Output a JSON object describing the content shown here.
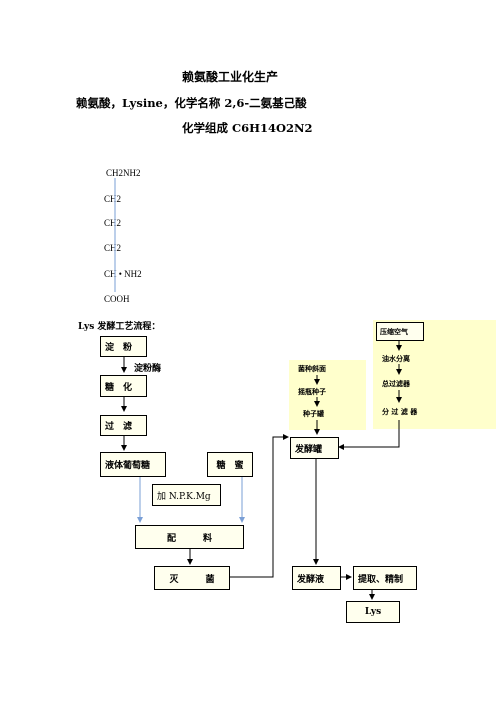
{
  "header": {
    "title": "赖氨酸工业化生产",
    "line2": "赖氨酸，Lysine，化学名称 2,6-二氨基己酸",
    "line3": "化学组成  C6H14O2N2"
  },
  "structure": {
    "atoms": [
      "CH2NH2",
      "CH2",
      "CH2",
      "CH2",
      "CH • NH2",
      "COOH"
    ]
  },
  "process": {
    "heading": "Lys 发酵工艺流程：",
    "starch": "淀　粉",
    "amylase": "淀粉酶",
    "saccharify": "糖　化",
    "filter": "过　滤",
    "liquid_glucose": "液体葡萄糖",
    "molasses": "糖　蜜",
    "add_npkmg": "加 N.P.K.Mg",
    "batching": "配　　　料",
    "sterilize": "灭　　　菌",
    "fermenter": "发酵罐",
    "broth": "发酵液",
    "extract": "提取、精制",
    "product": "Lys"
  },
  "seed_train": {
    "slant": "菌种斜面",
    "shake_flask": "摇瓶种子",
    "seed_tank": "种子罐"
  },
  "air_system": {
    "compressed_air": "压缩空气",
    "oil_water_sep": "油水分离",
    "main_filter": "总过滤器",
    "sub_filter": "分 过 滤 器"
  },
  "colors": {
    "box_fill": "#ffffee",
    "yellow_panel": "#ffffcc",
    "blue_line": "#7a9fd6"
  }
}
